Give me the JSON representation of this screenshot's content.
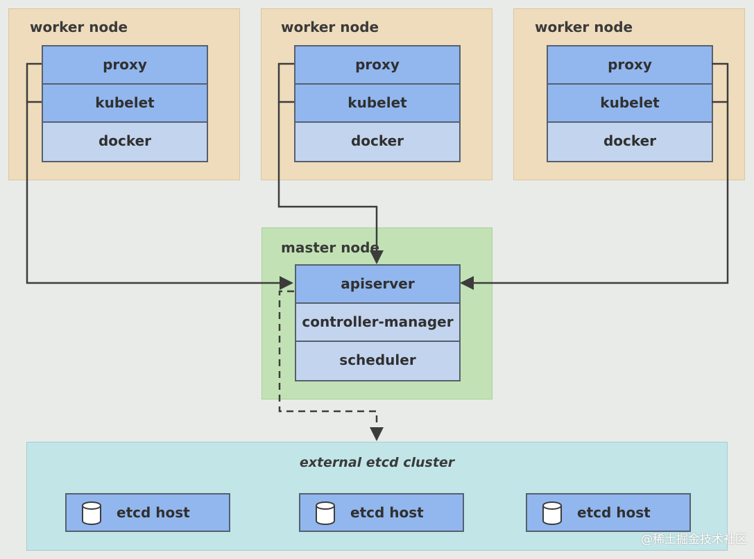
{
  "workers": [
    {
      "title": "worker node",
      "components": [
        "proxy",
        "kubelet",
        "docker"
      ]
    },
    {
      "title": "worker node",
      "components": [
        "proxy",
        "kubelet",
        "docker"
      ]
    },
    {
      "title": "worker node",
      "components": [
        "proxy",
        "kubelet",
        "docker"
      ]
    }
  ],
  "master": {
    "title": "master node",
    "components": [
      "apiserver",
      "controller-manager",
      "scheduler"
    ]
  },
  "etcd": {
    "title": "external etcd cluster",
    "hosts": [
      {
        "label": "etcd host",
        "icon": "database-icon"
      },
      {
        "label": "etcd host",
        "icon": "database-icon"
      },
      {
        "label": "etcd host",
        "icon": "database-icon"
      }
    ]
  },
  "colors": {
    "worker_bg": "#efdcbc",
    "master_bg": "#c2e2b5",
    "etcd_bg": "#c2e6e8",
    "component_dark": "#92b7ee",
    "component_light": "#c3d4ee",
    "line": "#3c3c3c"
  },
  "watermark": "@稀土掘金技术社区"
}
